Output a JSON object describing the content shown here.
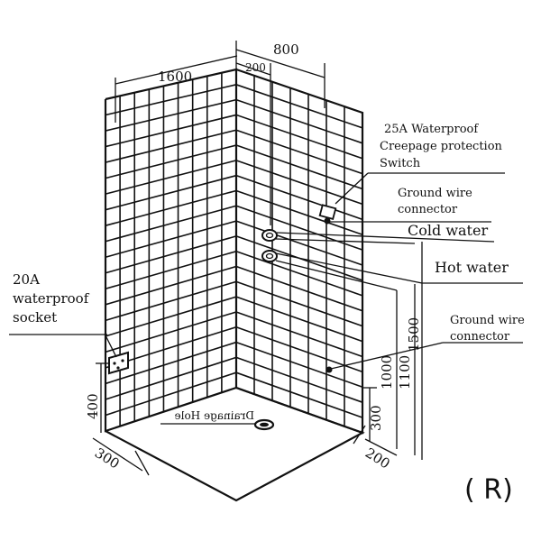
{
  "dimensions": {
    "width_left_wall": "1600",
    "width_right_wall": "800",
    "right_wall_offset": "200",
    "height_1500": "1500",
    "height_1100": "1100",
    "height_1000": "1000",
    "height_300": "300",
    "height_400": "400",
    "floor_left": "300",
    "floor_right": "200"
  },
  "labels": {
    "switch_line1": "25A Waterproof",
    "switch_line2": "Creepage protection",
    "switch_line3": "Switch",
    "ground_upper_line1": "Ground wire",
    "ground_upper_line2": "connector",
    "cold_water": "Cold water",
    "hot_water": "Hot water",
    "ground_lower_line1": "Ground wire",
    "ground_lower_line2": "connector",
    "socket_line1": "20A",
    "socket_line2": "waterproof",
    "socket_line3": "socket",
    "drainage": "Drainage Hole",
    "variant": "( R)"
  },
  "icons": {
    "socket": "socket-icon",
    "switch": "switch-box-icon",
    "cold_valve": "valve-icon",
    "hot_valve": "valve-icon",
    "drain": "drain-icon"
  }
}
